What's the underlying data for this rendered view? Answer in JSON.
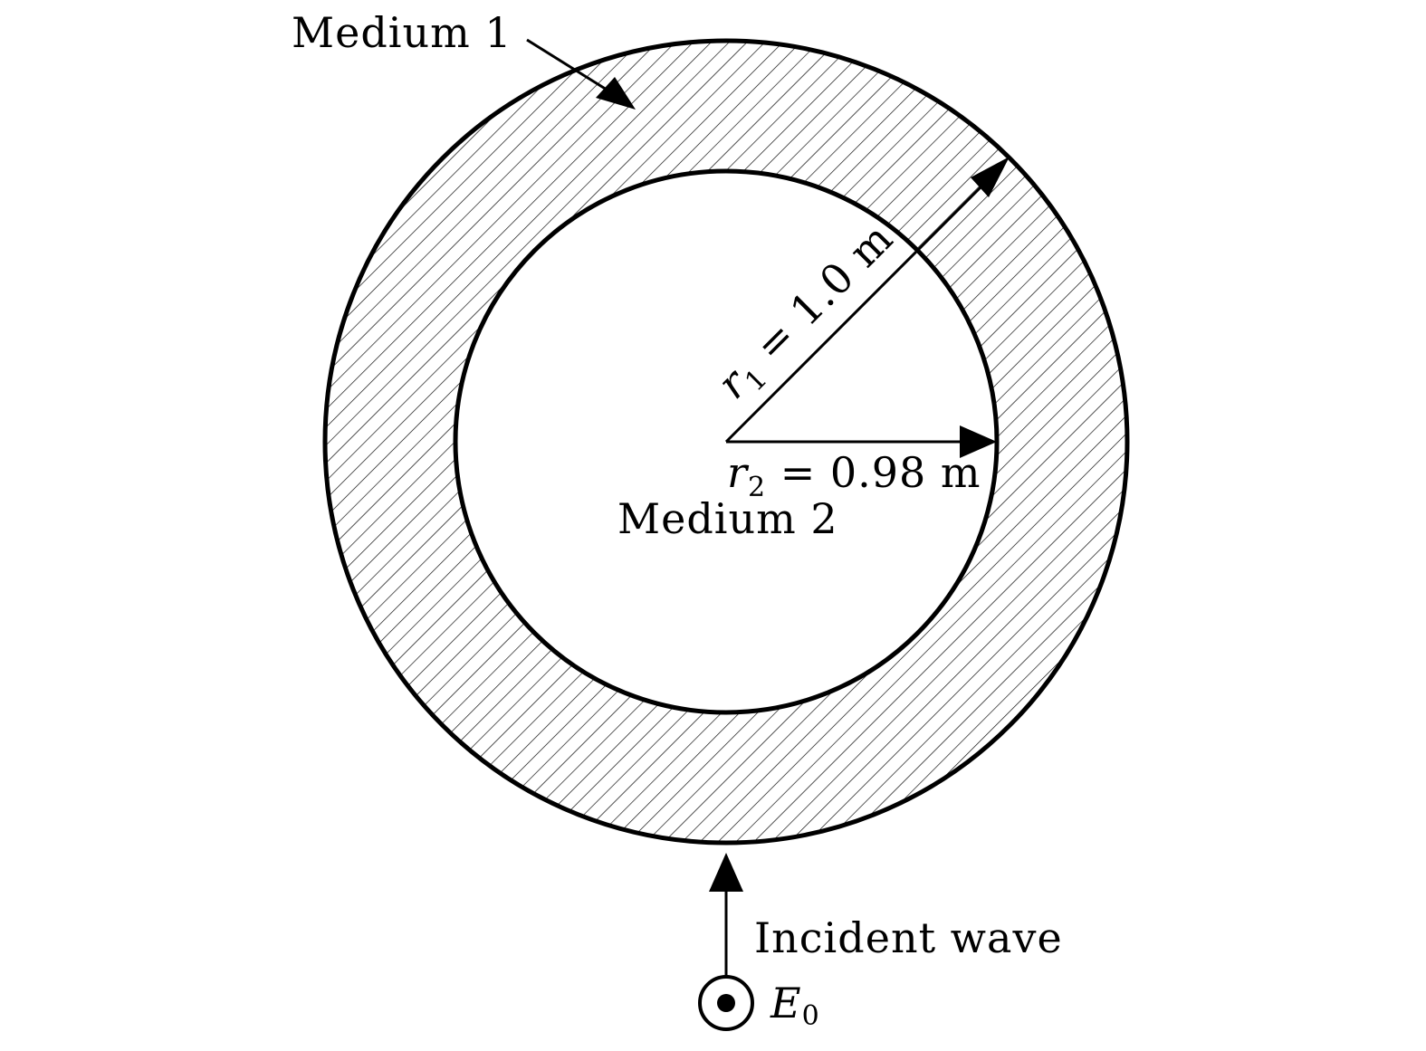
{
  "labels": {
    "medium1": "Medium 1",
    "medium2": "Medium 2",
    "incident": "Incident wave",
    "r1": {
      "symbol": "r",
      "sub": "1",
      "rest": " = 1.0 m"
    },
    "r2": {
      "symbol": "r",
      "sub": "2",
      "rest": " = 0.98 m"
    },
    "field": {
      "symbol": "E",
      "sub": "0"
    }
  },
  "icons": {
    "field_source": "dot-in-circle-icon",
    "arrowhead": "triangle-arrowhead-icon"
  },
  "colors": {
    "line": "#000000",
    "background": "#ffffff"
  }
}
